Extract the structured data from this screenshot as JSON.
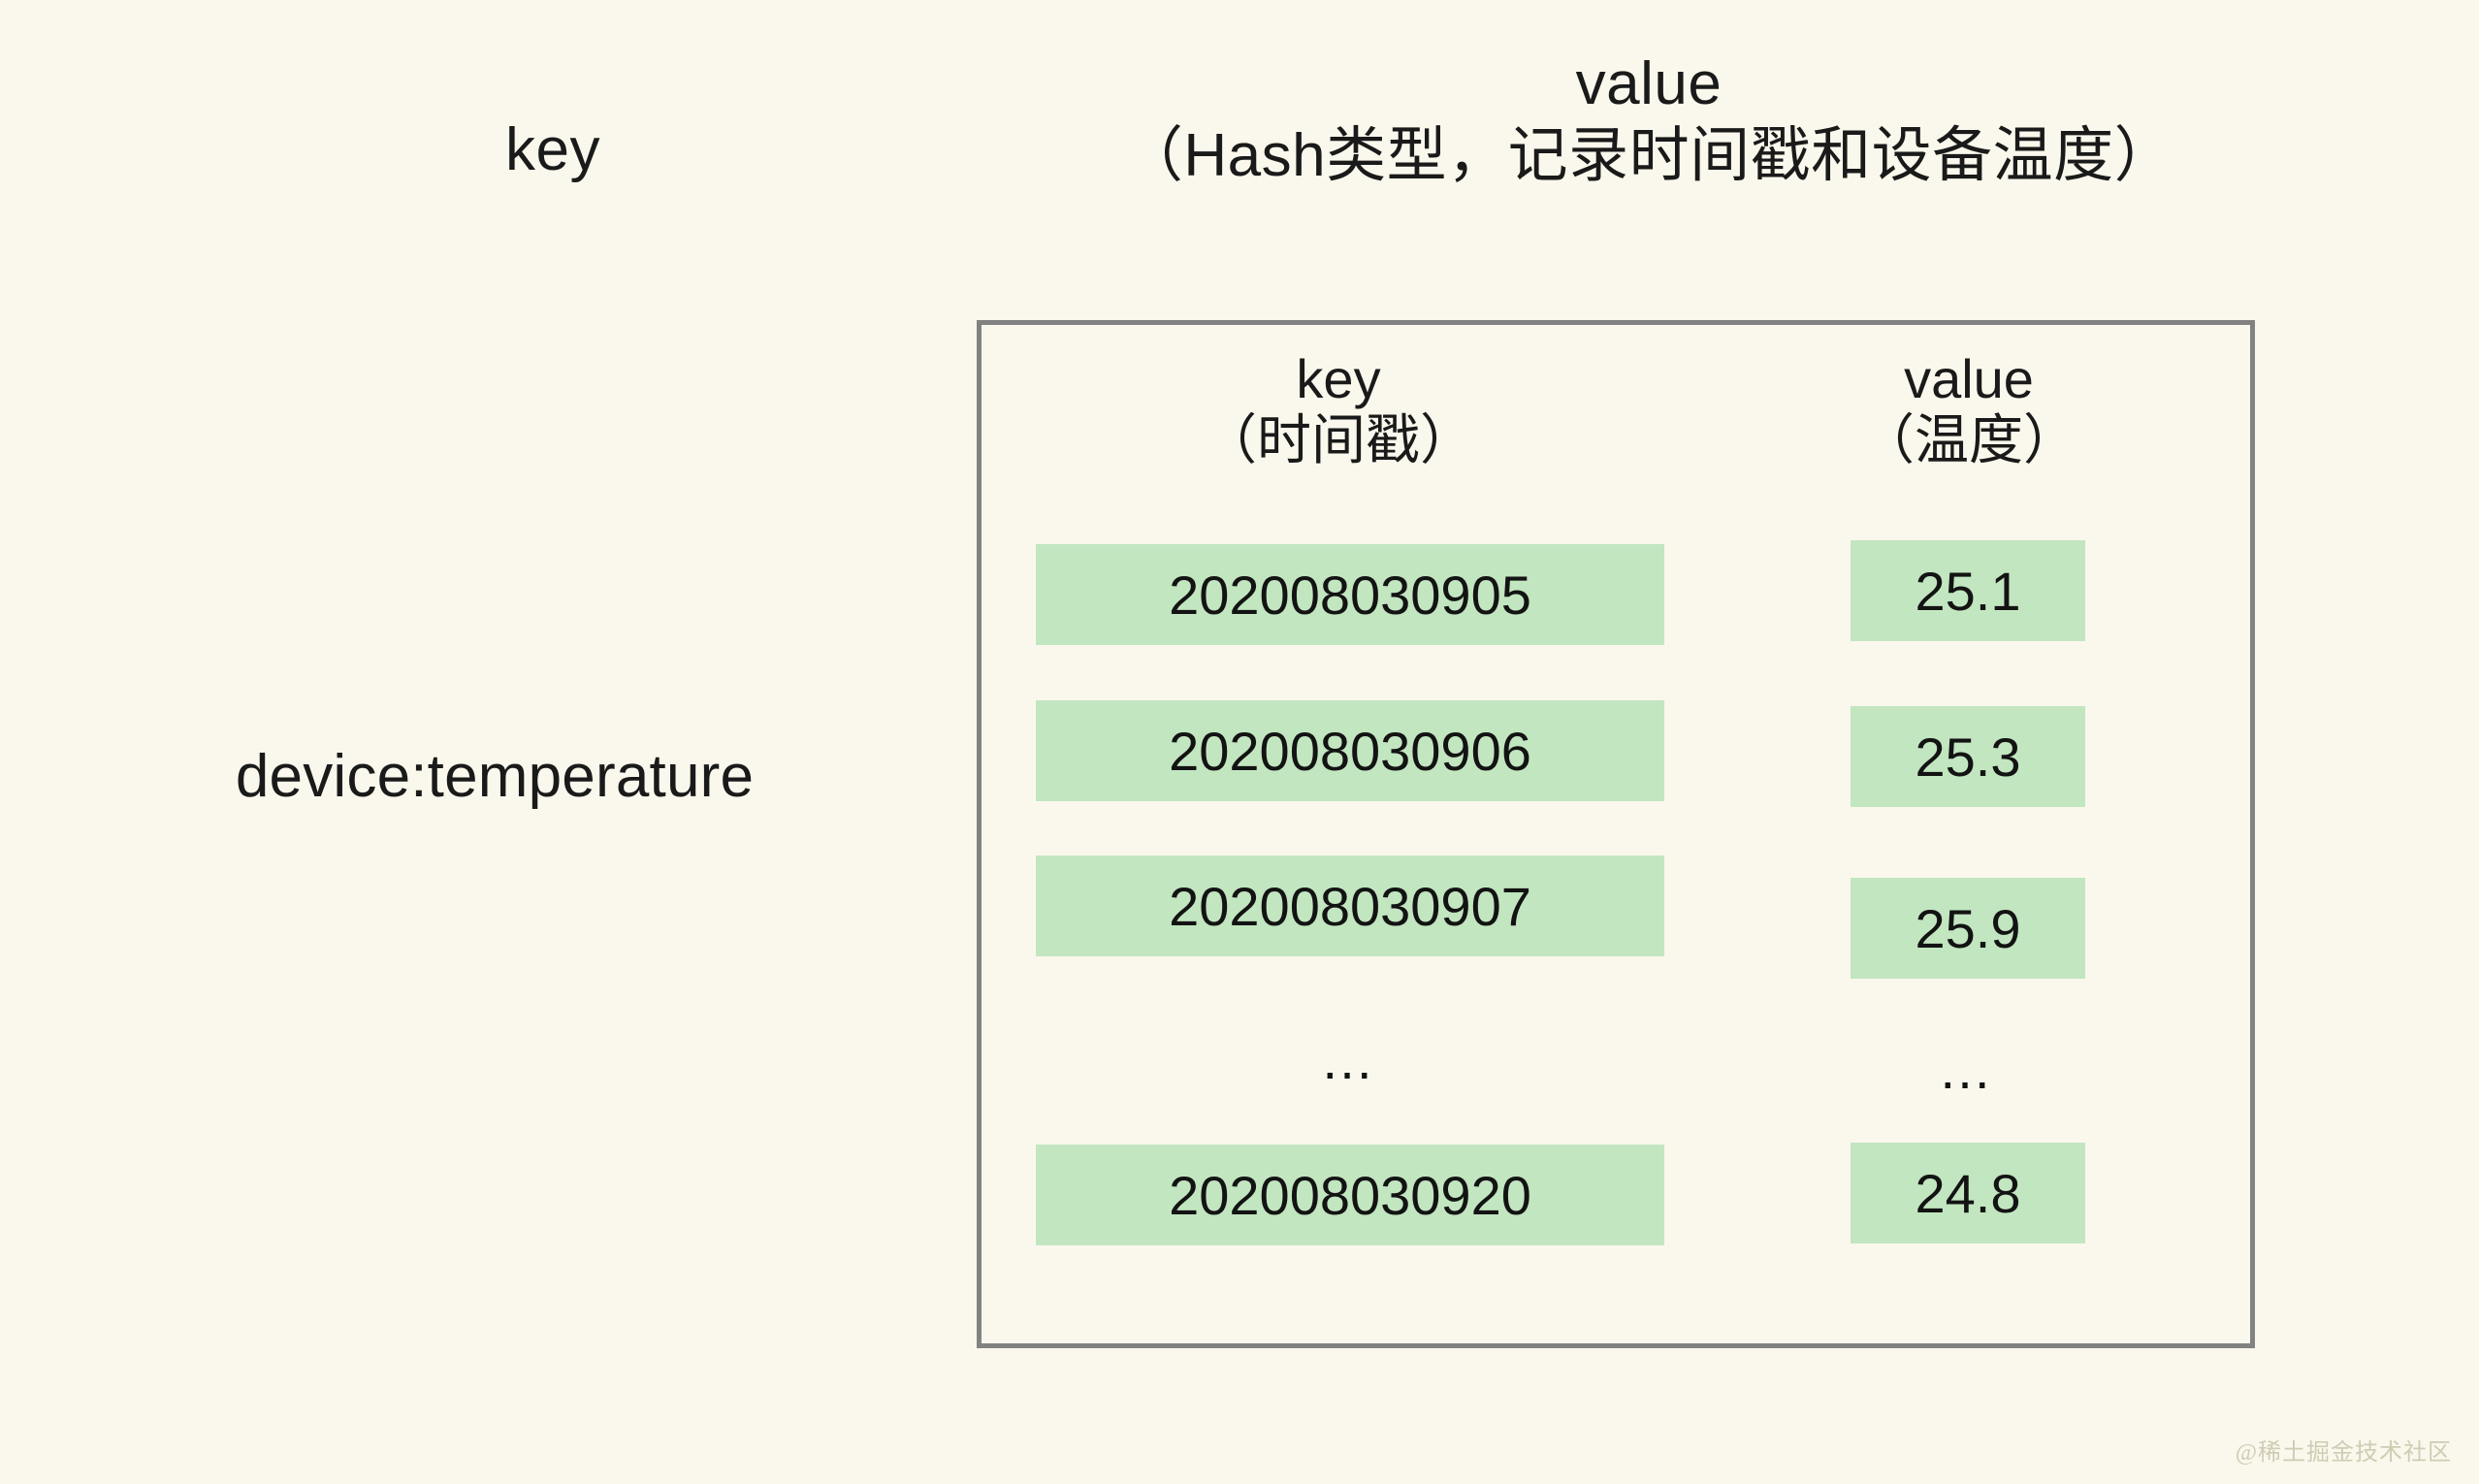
{
  "page": {
    "background_color": "#faf8ec",
    "cell_color": "#c2e6c0",
    "border_color": "#828282",
    "text_color": "#1a1a1a"
  },
  "captions": {
    "key": "key",
    "value_line1": "value",
    "value_line2": "（Hash类型，记录时间戳和设备温度）"
  },
  "key_name": "device:temperature",
  "hash_table": {
    "columns": [
      {
        "title": "key",
        "subtitle": "（时间戳）"
      },
      {
        "title": "value",
        "subtitle": "（温度）"
      }
    ],
    "rows": [
      {
        "key": "202008030905",
        "value": "25.1"
      },
      {
        "key": "202008030906",
        "value": "25.3"
      },
      {
        "key": "202008030907",
        "value": "25.9"
      },
      {
        "key": "…",
        "value": "…"
      },
      {
        "key": "202008030920",
        "value": "24.8"
      }
    ]
  },
  "watermark": "@稀土掘金技术社区"
}
